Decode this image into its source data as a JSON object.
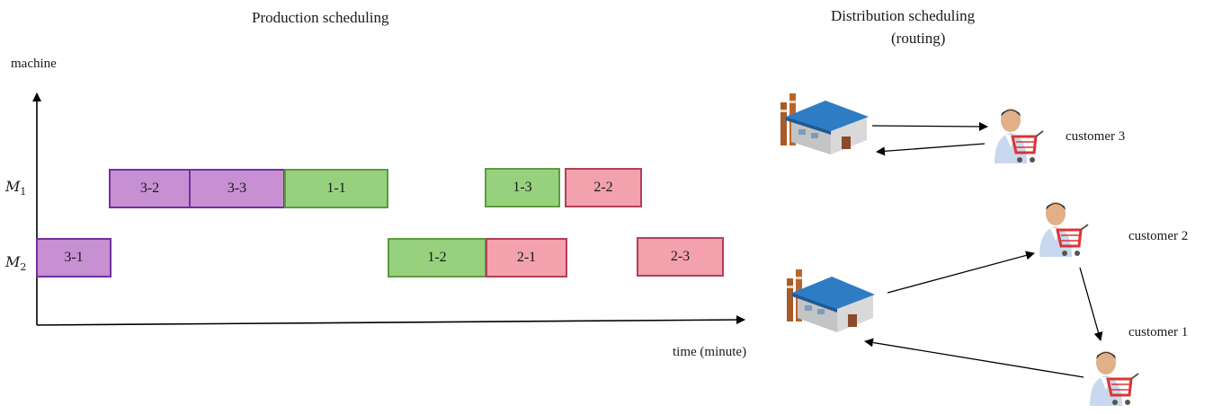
{
  "production": {
    "title": "Production scheduling",
    "y_axis_label": "machine",
    "x_axis_label": "time (minute)",
    "machines": [
      {
        "label": "M",
        "sub": "1"
      },
      {
        "label": "M",
        "sub": "2"
      }
    ],
    "jobs": [
      {
        "label": "3-2",
        "machine": 1,
        "group": 3
      },
      {
        "label": "3-3",
        "machine": 1,
        "group": 3
      },
      {
        "label": "1-1",
        "machine": 1,
        "group": 1
      },
      {
        "label": "1-3",
        "machine": 1,
        "group": 1
      },
      {
        "label": "2-2",
        "machine": 1,
        "group": 2
      },
      {
        "label": "3-1",
        "machine": 2,
        "group": 3
      },
      {
        "label": "1-2",
        "machine": 2,
        "group": 1
      },
      {
        "label": "2-1",
        "machine": 2,
        "group": 2
      },
      {
        "label": "2-3",
        "machine": 2,
        "group": 2
      }
    ],
    "colors": {
      "group1": "#97d17e",
      "group2": "#f2a1ad",
      "group3": "#c690d2"
    }
  },
  "distribution": {
    "title_line1": "Distribution scheduling",
    "title_line2": "(routing)",
    "customers": [
      {
        "label": "customer 3"
      },
      {
        "label": "customer 2"
      },
      {
        "label": "customer 1"
      }
    ],
    "icons": [
      "factory-icon",
      "customer-cart-icon"
    ]
  }
}
